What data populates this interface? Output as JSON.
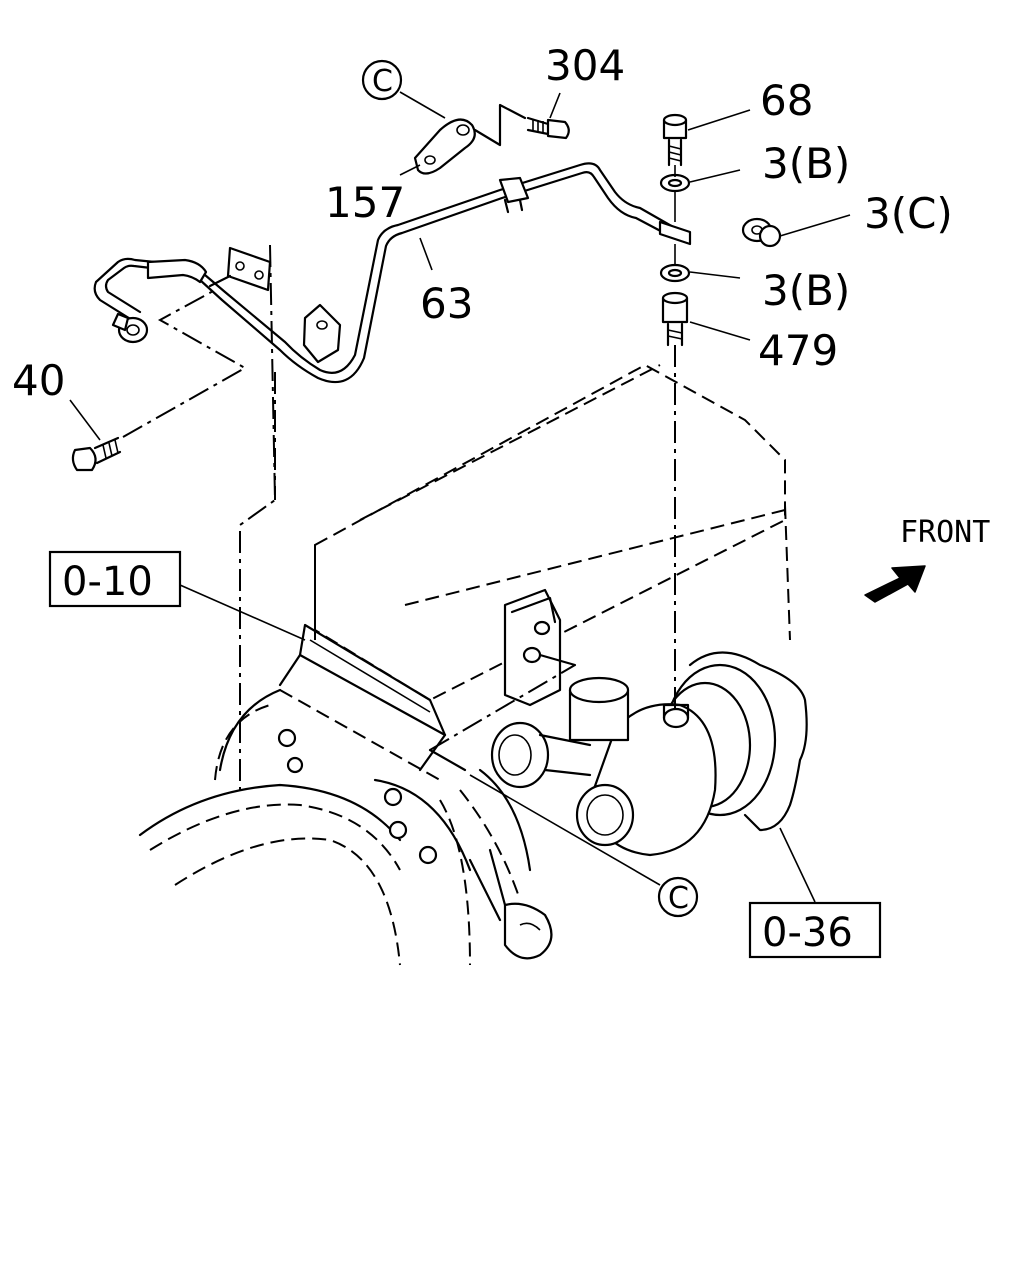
{
  "labels": {
    "p304": "304",
    "p68": "68",
    "p3b_top": "3(B)",
    "p3c": "3(C)",
    "p3b_bottom": "3(B)",
    "p479": "479",
    "p157": "157",
    "p63": "63",
    "p40": "40"
  },
  "refs": {
    "r010": "0-10",
    "r036": "0-36"
  },
  "callouts": {
    "c_top": "C",
    "c_bottom": "C"
  },
  "front_text": "FRONT",
  "icons": {
    "front_arrow": "front-arrow-icon"
  }
}
